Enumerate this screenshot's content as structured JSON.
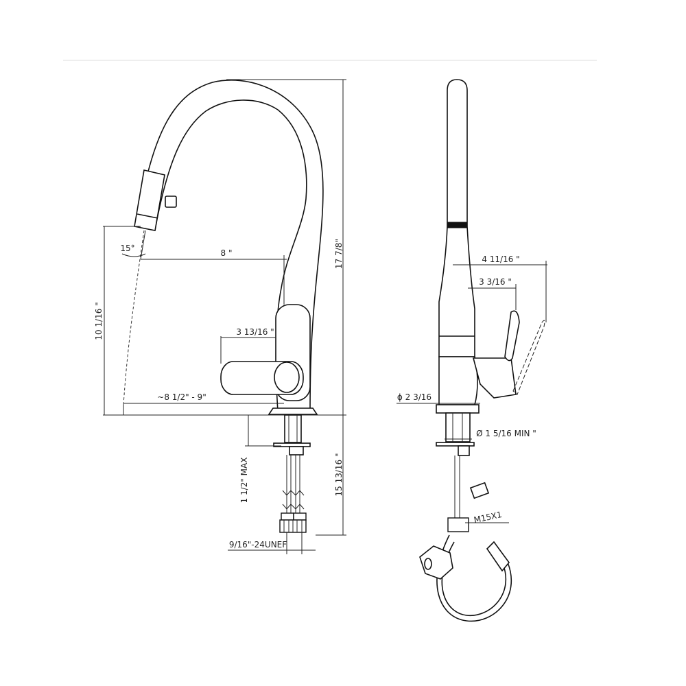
{
  "dimensions": {
    "reach": "8 \"",
    "total_height": "17 7/8\"",
    "spout_clearance": "10 1/16 \"",
    "spray_angle": "15°",
    "handle_height": "3 13/16 \"",
    "spray_reach": "~8 1/2\" - 9\"",
    "deck_thickness": "1 1/2\" MAX",
    "below_deck": "15 13/16 \"",
    "supply_thread": "9/16\"-24UNEF",
    "handle_depth_total": "4 11/16 \"",
    "handle_depth": "3 3/16 \"",
    "base_diameter": "ϕ 2 3/16",
    "hole_diameter": "Ø 1 5/16 MIN \"",
    "hose_thread": "M15X1"
  }
}
